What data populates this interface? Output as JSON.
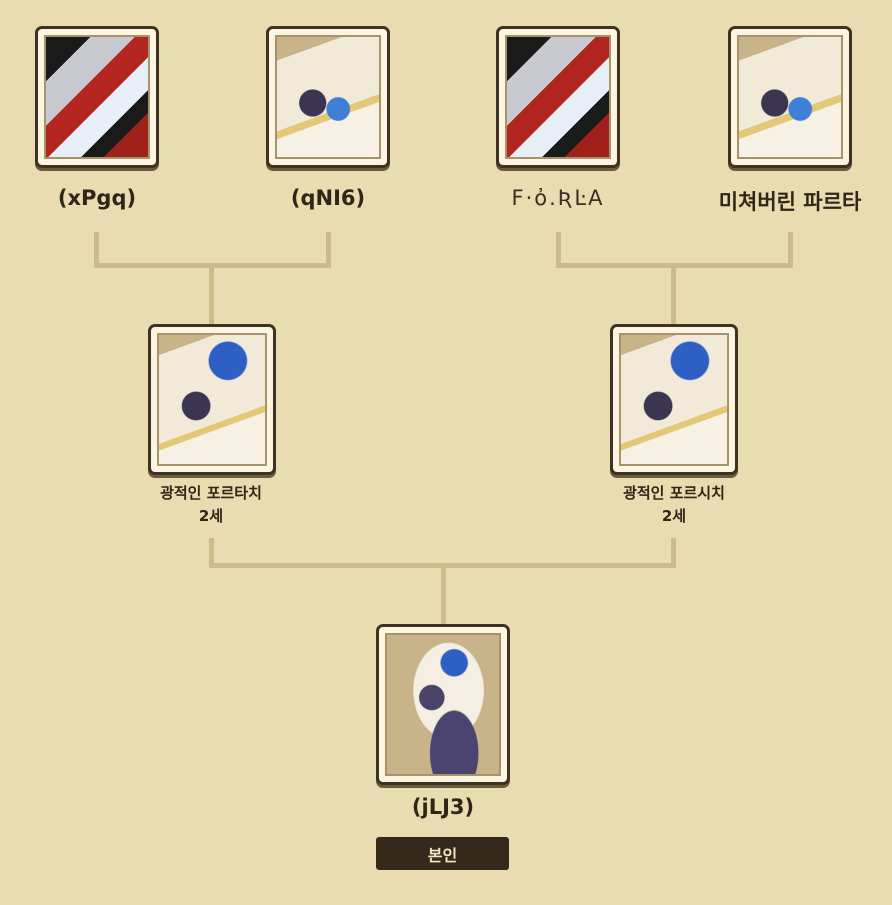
{
  "tree": {
    "grandparents": [
      {
        "name": "(xPgq)",
        "portrait": "red-armored-knight"
      },
      {
        "name": "(qNI6)",
        "portrait": "white-gold-beast"
      },
      {
        "name": "F·ὀ.ƦĿΑ",
        "portrait": "red-armored-knight"
      },
      {
        "name": "미쳐버린 파르타",
        "portrait": "white-gold-beast"
      }
    ],
    "parents": [
      {
        "name_line1": "광적인 포르타치",
        "name_line2": "2세",
        "portrait": "white-blue-beast"
      },
      {
        "name_line1": "광적인 포르시치",
        "name_line2": "2세",
        "portrait": "white-blue-beast"
      }
    ],
    "self": {
      "name": "(jLJ3)",
      "badge": "본인",
      "portrait": "white-blue-beast-small"
    }
  },
  "colors": {
    "background": "#e8dcb0",
    "connector": "#cdbb8b",
    "badge": "#34291b"
  }
}
